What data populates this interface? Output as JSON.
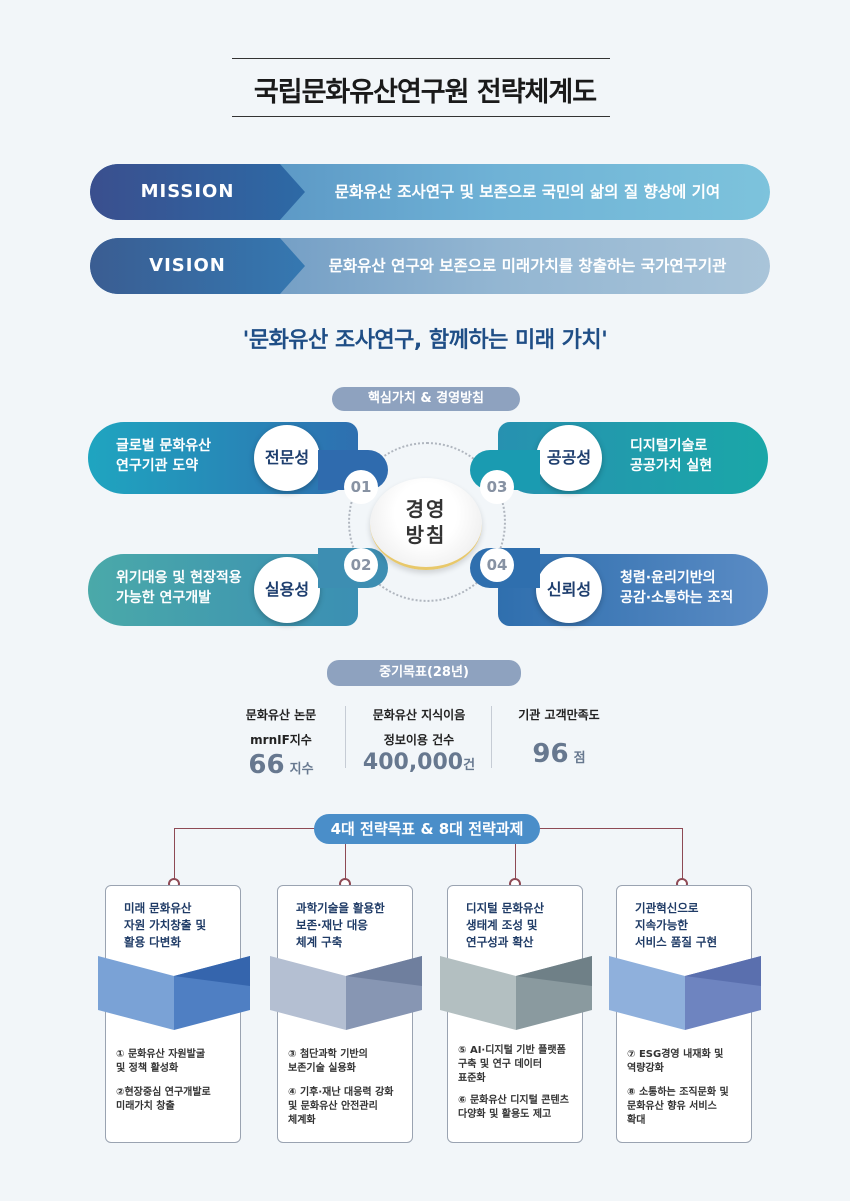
{
  "title": "국립문화유산연구원 전략체계도",
  "mission": {
    "label": "MISSION",
    "text": "문화유산 조사연구 및 보존으로 국민의 삶의 질 향상에 기여"
  },
  "vision": {
    "label": "VISION",
    "text": "문화유산 연구와 보존으로 미래가치를 창출하는 국가연구기관"
  },
  "slogan": "'문화유산 조사연구, 함께하는 미래 가치'",
  "core_values_tag": "핵심가치 & 경영방침",
  "center": {
    "line1": "경영",
    "line2": "방침"
  },
  "values": [
    {
      "num": "01",
      "badge": "전문성",
      "line1": "글로벌 문화유산",
      "line2": "연구기관 도약"
    },
    {
      "num": "02",
      "badge": "실용성",
      "line1": "위기대응 및 현장적용",
      "line2": "가능한 연구개발"
    },
    {
      "num": "03",
      "badge": "공공성",
      "line1": "디지털기술로",
      "line2": "공공가치 실현"
    },
    {
      "num": "04",
      "badge": "신뢰성",
      "line1": "청렴·윤리기반의",
      "line2": "공감·소통하는 조직"
    }
  ],
  "goals_tag": "중기목표(28년)",
  "goals": [
    {
      "line1": "문화유산 논문",
      "line2": "mrnIF지수",
      "value": "66",
      "unit": "지수"
    },
    {
      "line1": "문화유산 지식이음",
      "line2": "정보이용 건수",
      "value": "400,000",
      "unit": "건"
    },
    {
      "line1": "기관 고객만족도",
      "line2": "",
      "value": "96",
      "unit": "점"
    }
  ],
  "strategy_tag": "4대 전략목표 & 8대 전략과제",
  "strategies": [
    {
      "title": [
        "미래 문화유산",
        "자원 가치창출 및",
        "활용 다변화"
      ],
      "tasks": [
        [
          "① 문화유산 자원발굴",
          "   및 정책 활성화"
        ],
        [
          "②현장중심 연구개발로",
          "   미래가치 창출"
        ]
      ]
    },
    {
      "title": [
        "과학기술을 활용한",
        "보존·재난 대응",
        "체계 구축"
      ],
      "tasks": [
        [
          "③ 첨단과학 기반의",
          "   보존기술 실용화"
        ],
        [
          "④ 기후·재난 대응력 강화",
          "   및 문화유산 안전관리",
          "   체계화"
        ]
      ]
    },
    {
      "title": [
        "디지털 문화유산",
        "생태계 조성 및",
        "연구성과 확산"
      ],
      "tasks": [
        [
          "⑤ AI·디지털 기반 플랫폼",
          "   구축 및 연구 데이터",
          "   표준화"
        ],
        [
          "⑥ 문화유산 디지털 콘텐츠",
          "   다양화 및 활용도 제고"
        ]
      ]
    },
    {
      "title": [
        "기관혁신으로",
        "지속가능한",
        "서비스 품질 구현"
      ],
      "tasks": [
        [
          "⑦ ESG경영 내재화 및",
          "   역량강화"
        ],
        [
          "⑧ 소통하는 조직문화 및",
          "   문화유산 향유 서비스",
          "   확대"
        ]
      ]
    }
  ]
}
